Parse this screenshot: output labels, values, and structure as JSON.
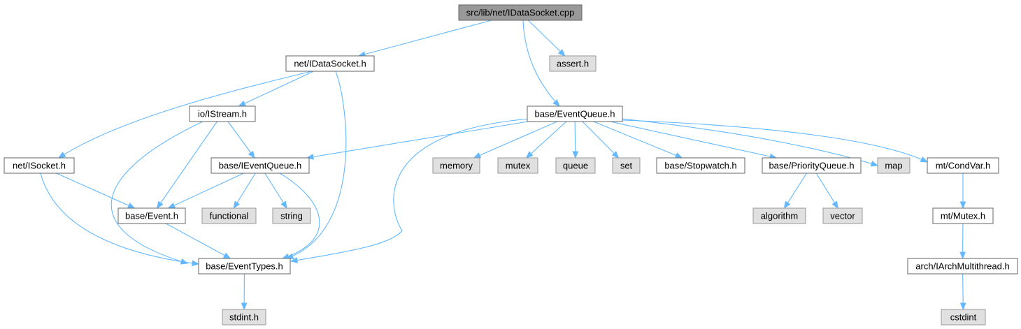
{
  "colors": {
    "edge": "#63b8ff",
    "root_fill": "#999999",
    "root_stroke": "#666666",
    "internal_fill": "#ffffff",
    "internal_stroke": "#666666",
    "external_fill": "#e0e0e0",
    "external_stroke": "#999999"
  },
  "nodes": [
    {
      "id": "root",
      "label": "src/lib/net/IDataSocket.cpp",
      "kind": "root"
    },
    {
      "id": "idatasocket_h",
      "label": "net/IDataSocket.h",
      "kind": "internal"
    },
    {
      "id": "assert_h",
      "label": "assert.h",
      "kind": "external"
    },
    {
      "id": "eventqueue_h",
      "label": "base/EventQueue.h",
      "kind": "internal"
    },
    {
      "id": "istream_h",
      "label": "io/IStream.h",
      "kind": "internal"
    },
    {
      "id": "isocket_h",
      "label": "net/ISocket.h",
      "kind": "internal"
    },
    {
      "id": "ieventqueue_h",
      "label": "base/IEventQueue.h",
      "kind": "internal"
    },
    {
      "id": "event_h",
      "label": "base/Event.h",
      "kind": "internal"
    },
    {
      "id": "functional",
      "label": "functional",
      "kind": "external"
    },
    {
      "id": "string",
      "label": "string",
      "kind": "external"
    },
    {
      "id": "eventtypes_h",
      "label": "base/EventTypes.h",
      "kind": "internal"
    },
    {
      "id": "stdint_h",
      "label": "stdint.h",
      "kind": "external"
    },
    {
      "id": "memory",
      "label": "memory",
      "kind": "external"
    },
    {
      "id": "mutex",
      "label": "mutex",
      "kind": "external"
    },
    {
      "id": "queue",
      "label": "queue",
      "kind": "external"
    },
    {
      "id": "set",
      "label": "set",
      "kind": "external"
    },
    {
      "id": "stopwatch_h",
      "label": "base/Stopwatch.h",
      "kind": "internal"
    },
    {
      "id": "priorityqueue_h",
      "label": "base/PriorityQueue.h",
      "kind": "internal"
    },
    {
      "id": "map",
      "label": "map",
      "kind": "external"
    },
    {
      "id": "condvar_h",
      "label": "mt/CondVar.h",
      "kind": "internal"
    },
    {
      "id": "algorithm",
      "label": "algorithm",
      "kind": "external"
    },
    {
      "id": "vector",
      "label": "vector",
      "kind": "external"
    },
    {
      "id": "mutex_h",
      "label": "mt/Mutex.h",
      "kind": "internal"
    },
    {
      "id": "iarchmultithread_h",
      "label": "arch/IArchMultithread.h",
      "kind": "internal"
    },
    {
      "id": "cstdint",
      "label": "cstdint",
      "kind": "external"
    }
  ],
  "edges": [
    {
      "from": "root",
      "to": "idatasocket_h"
    },
    {
      "from": "root",
      "to": "assert_h"
    },
    {
      "from": "root",
      "to": "eventqueue_h"
    },
    {
      "from": "idatasocket_h",
      "to": "istream_h"
    },
    {
      "from": "idatasocket_h",
      "to": "isocket_h"
    },
    {
      "from": "idatasocket_h",
      "to": "eventtypes_h"
    },
    {
      "from": "istream_h",
      "to": "ieventqueue_h"
    },
    {
      "from": "istream_h",
      "to": "event_h"
    },
    {
      "from": "istream_h",
      "to": "eventtypes_h"
    },
    {
      "from": "isocket_h",
      "to": "event_h"
    },
    {
      "from": "isocket_h",
      "to": "eventtypes_h"
    },
    {
      "from": "ieventqueue_h",
      "to": "event_h"
    },
    {
      "from": "ieventqueue_h",
      "to": "functional"
    },
    {
      "from": "ieventqueue_h",
      "to": "string"
    },
    {
      "from": "ieventqueue_h",
      "to": "eventtypes_h"
    },
    {
      "from": "event_h",
      "to": "eventtypes_h"
    },
    {
      "from": "eventtypes_h",
      "to": "stdint_h"
    },
    {
      "from": "eventqueue_h",
      "to": "ieventqueue_h"
    },
    {
      "from": "eventqueue_h",
      "to": "eventtypes_h"
    },
    {
      "from": "eventqueue_h",
      "to": "memory"
    },
    {
      "from": "eventqueue_h",
      "to": "mutex"
    },
    {
      "from": "eventqueue_h",
      "to": "queue"
    },
    {
      "from": "eventqueue_h",
      "to": "set"
    },
    {
      "from": "eventqueue_h",
      "to": "stopwatch_h"
    },
    {
      "from": "eventqueue_h",
      "to": "priorityqueue_h"
    },
    {
      "from": "eventqueue_h",
      "to": "map"
    },
    {
      "from": "eventqueue_h",
      "to": "condvar_h"
    },
    {
      "from": "priorityqueue_h",
      "to": "algorithm"
    },
    {
      "from": "priorityqueue_h",
      "to": "vector"
    },
    {
      "from": "condvar_h",
      "to": "mutex_h"
    },
    {
      "from": "mutex_h",
      "to": "iarchmultithread_h"
    },
    {
      "from": "iarchmultithread_h",
      "to": "cstdint"
    }
  ]
}
